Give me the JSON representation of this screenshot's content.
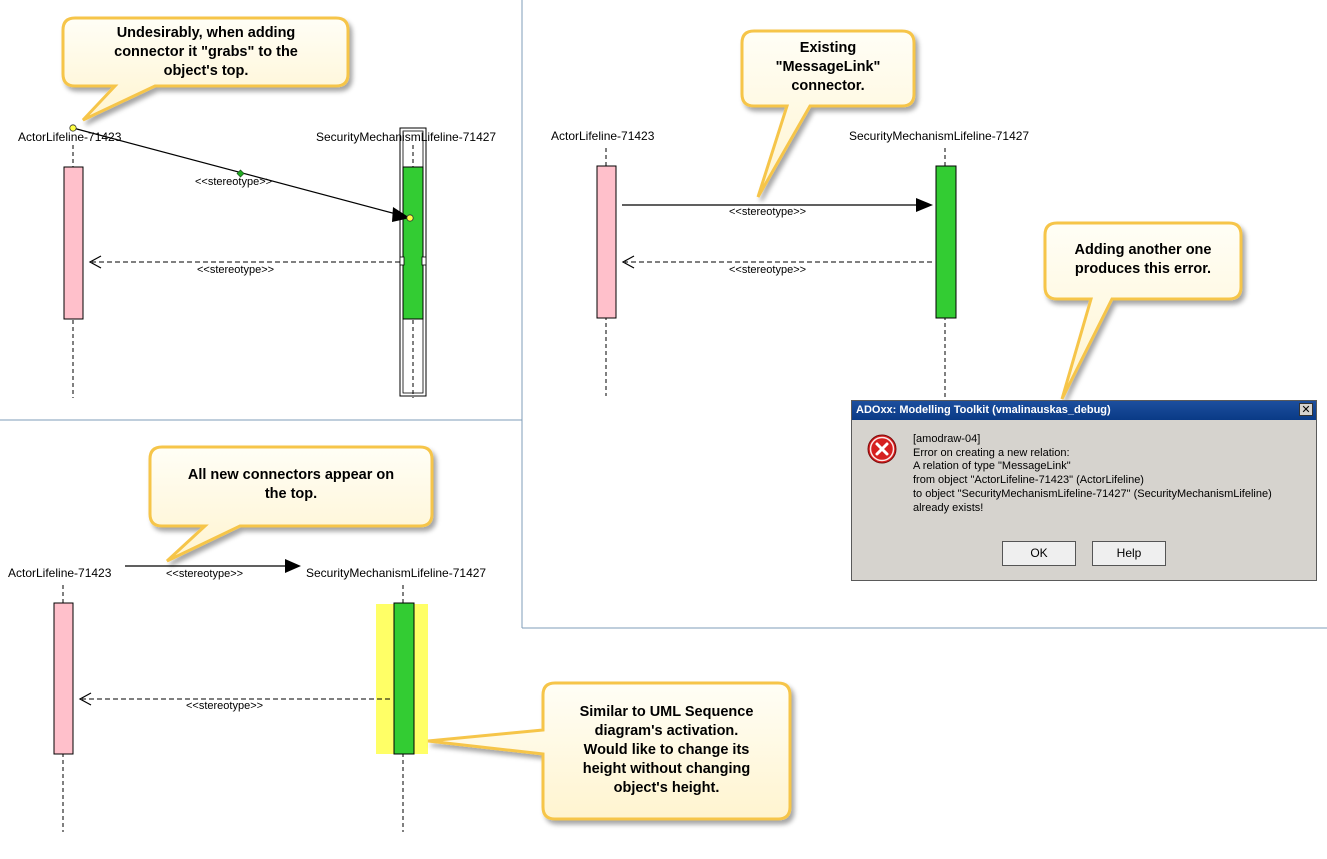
{
  "panel_tl": {
    "actor_label": "ActorLifeline-71423",
    "security_label": "SecurityMechanismLifeline-71427",
    "stereotype_top": "<<stereotype>>",
    "stereotype_return": "<<stereotype>>",
    "callout": [
      "Undesirably, when adding",
      "connector it \"grabs\" to the",
      "object's top."
    ]
  },
  "panel_tr": {
    "actor_label": "ActorLifeline-71423",
    "security_label": "SecurityMechanismLifeline-71427",
    "stereotype_top": "<<stereotype>>",
    "stereotype_return": "<<stereotype>>",
    "callout_existing": [
      "Existing",
      "\"MessageLink\"",
      "connector."
    ],
    "callout_error": [
      "Adding another one",
      "produces this error."
    ]
  },
  "panel_bl": {
    "actor_label": "ActorLifeline-71423",
    "security_label": "SecurityMechanismLifeline-71427",
    "stereotype_top": "<<stereotype>>",
    "stereotype_return": "<<stereotype>>",
    "callout_top": [
      "All new connectors appear on",
      "the top."
    ],
    "callout_activation": [
      "Similar to UML Sequence",
      "diagram's activation.",
      "Would like to change its",
      "height without changing",
      "object's height."
    ]
  },
  "dialog": {
    "title": "ADOxx: Modelling Toolkit (vmalinauskas_debug)",
    "close_glyph": "✕",
    "message": [
      "[amodraw-04]",
      "Error on creating a new relation:",
      "A relation of type \"MessageLink\"",
      "from object \"ActorLifeline-71423\" (ActorLifeline)",
      "to object \"SecurityMechanismLifeline-71427\" (SecurityMechanismLifeline)",
      "already exists!"
    ],
    "ok_label": "OK",
    "help_label": "Help",
    "icon": "error-icon"
  },
  "colors": {
    "actor_fill": "#ffc0cb",
    "security_fill": "#33cc33",
    "callout_fill": "#fffbe0",
    "callout_border": "#f6c54a",
    "highlight": "#ffff66",
    "panel_border": "#7f9db9"
  }
}
